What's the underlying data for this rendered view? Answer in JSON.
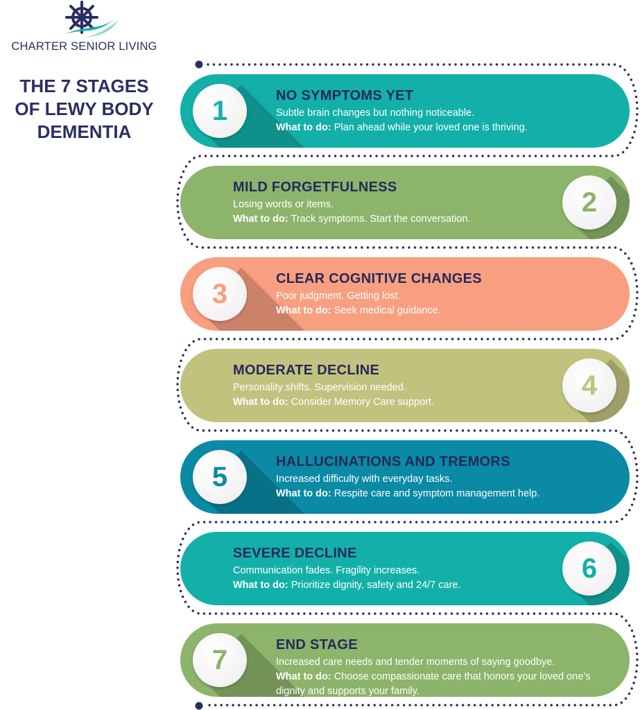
{
  "brand": {
    "name": "CHARTER SENIOR LIVING",
    "navy": "#2a2f62",
    "wave1": "#13b0a9",
    "wave2": "#8fd3cc"
  },
  "title": {
    "line1": "THE 7 STAGES",
    "line2": "OF LEWY BODY",
    "line3": "DEMENTIA"
  },
  "what_to_do_label": "What to do:",
  "stages": [
    {
      "number": "1",
      "heading": "NO SYMPTOMS YET",
      "description": "Subtle brain changes but nothing noticeable.",
      "action": "Plan ahead while your loved one is thriving.",
      "color": "#13b0a9",
      "side": "left"
    },
    {
      "number": "2",
      "heading": "MILD FORGETFULNESS",
      "description": "Losing words or items.",
      "action": "Track symptoms. Start the conversation.",
      "color": "#8db46b",
      "side": "right"
    },
    {
      "number": "3",
      "heading": "CLEAR COGNITIVE CHANGES",
      "description": "Poor judgment. Getting lost.",
      "action": "Seek medical guidance.",
      "color": "#f89f80",
      "side": "left"
    },
    {
      "number": "4",
      "heading": "MODERATE DECLINE",
      "description": "Personality shifts. Supervision needed.",
      "action": "Consider Memory Care support.",
      "color": "#c2c27f",
      "side": "right"
    },
    {
      "number": "5",
      "heading": "HALLUCINATIONS AND TREMORS",
      "description": "Increased difficulty with everyday tasks.",
      "action": "Respite care and symptom management help.",
      "color": "#0b8aa5",
      "side": "left"
    },
    {
      "number": "6",
      "heading": "SEVERE DECLINE",
      "description": "Communication fades. Fragility increases.",
      "action": "Prioritize dignity, safety and 24/7 care.",
      "color": "#13b0a9",
      "side": "right"
    },
    {
      "number": "7",
      "heading": "END STAGE",
      "description": "Increased care needs and tender moments of saying goodbye.",
      "action": "Choose compassionate care that honors your loved one’s dignity and supports your family.",
      "color": "#8db46b",
      "side": "left"
    }
  ]
}
